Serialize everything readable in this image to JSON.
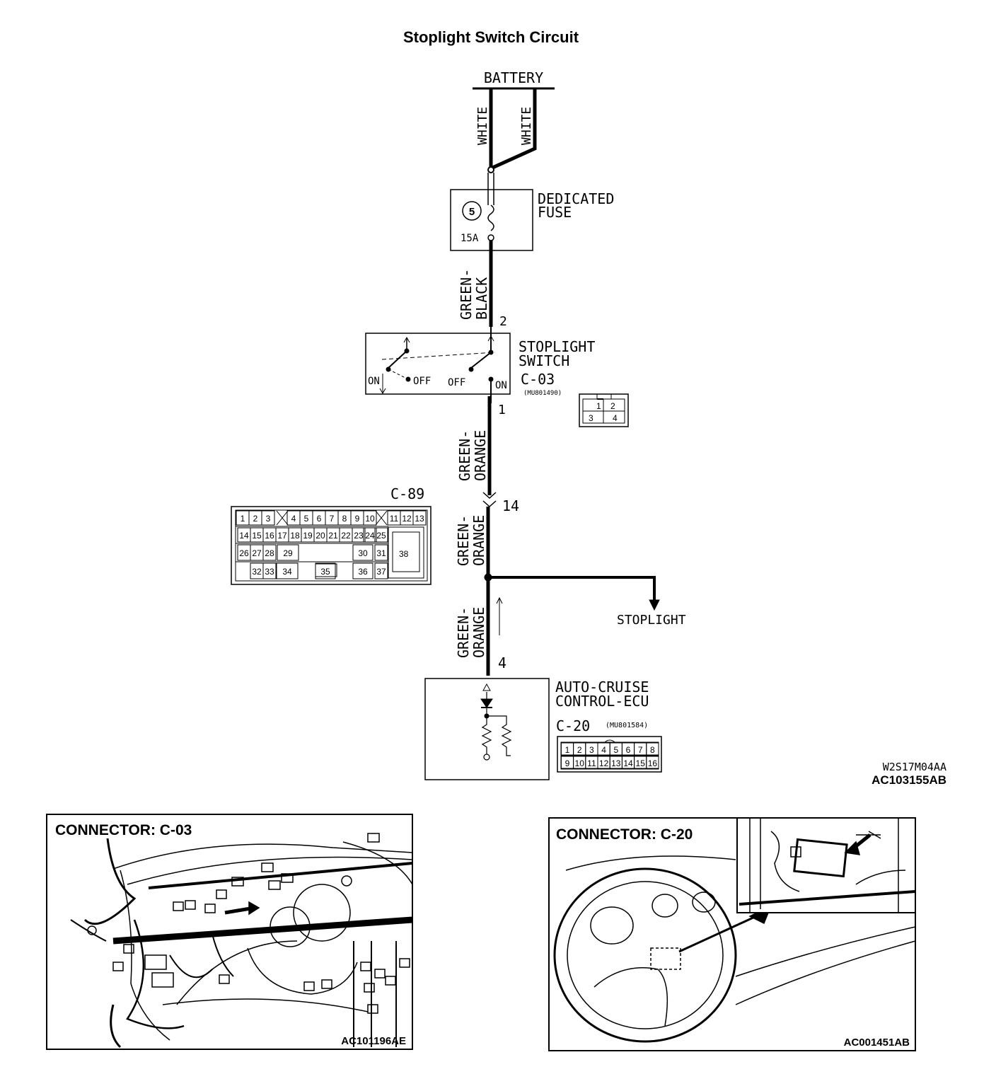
{
  "title": "Stoplight Switch Circuit",
  "battery": {
    "label": "BATTERY",
    "wire_left": "WHITE",
    "wire_right": "WHITE"
  },
  "fuse": {
    "number": "5",
    "rating": "15A",
    "label_1": "DEDICATED",
    "label_2": "FUSE"
  },
  "wire_fuse_switch": {
    "color_1": "GREEN-",
    "color_2": "BLACK"
  },
  "switch": {
    "label_1": "STOPLIGHT",
    "label_2": "SWITCH",
    "pin_top": "2",
    "pin_bottom": "1",
    "state_on_left": "ON",
    "state_off_left": "OFF",
    "state_off_right": "OFF",
    "state_on_right": "ON",
    "connector": "C-03",
    "part": "(MU801490)",
    "connector_pins": [
      "1",
      "2",
      "3",
      "4"
    ]
  },
  "wire_switch_c89": {
    "color_1": "GREEN-",
    "color_2": "ORANGE"
  },
  "c89": {
    "connector": "C-89",
    "pin": "14",
    "row1": [
      "1",
      "2",
      "3",
      "4",
      "5",
      "6",
      "7",
      "8",
      "9",
      "10",
      "11",
      "12",
      "13"
    ],
    "row2": [
      "14",
      "15",
      "16",
      "17",
      "18",
      "19",
      "20",
      "21",
      "22",
      "23",
      "24",
      "25"
    ],
    "row3": [
      "26",
      "27",
      "28",
      "29",
      "30",
      "31"
    ],
    "row4": [
      "32",
      "33",
      "34",
      "35",
      "36",
      "37"
    ],
    "big_pin": "38"
  },
  "wire_c89_junction": {
    "color_1": "GREEN-",
    "color_2": "ORANGE"
  },
  "stoplight_label": "STOPLIGHT",
  "wire_junction_ecu": {
    "color_1": "GREEN-",
    "color_2": "ORANGE"
  },
  "ecu": {
    "pin": "4",
    "label_1": "AUTO-CRUISE",
    "label_2": "CONTROL-ECU",
    "connector": "C-20",
    "part": "(MU801584)",
    "row1": [
      "1",
      "2",
      "3",
      "4",
      "5",
      "6",
      "7",
      "8"
    ],
    "row2": [
      "9",
      "10",
      "11",
      "12",
      "13",
      "14",
      "15",
      "16"
    ]
  },
  "ref_codes": {
    "code_1": "W2S17M04AA",
    "code_2": "AC103155AB"
  },
  "panel_left": {
    "title": "CONNECTOR: C-03",
    "code": "AC101196AE"
  },
  "panel_right": {
    "title": "CONNECTOR: C-20",
    "code": "AC001451AB"
  }
}
